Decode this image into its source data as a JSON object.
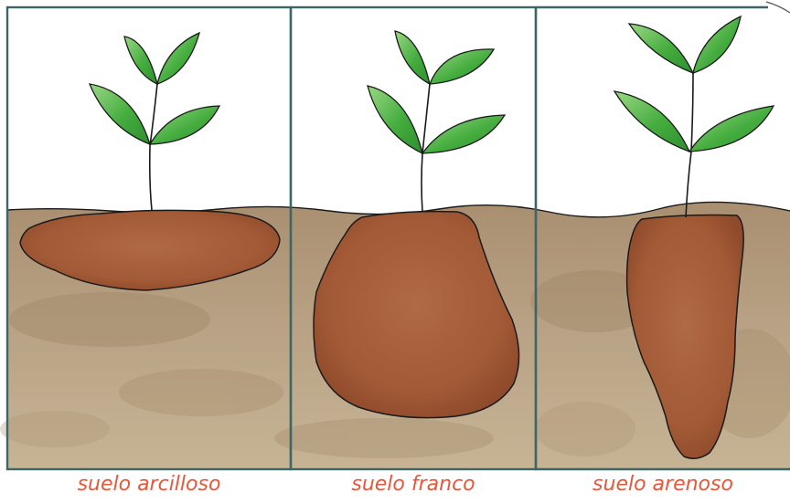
{
  "colors": {
    "caption": "#e8573a",
    "frame": "#3d6666",
    "sky": "#ffffff",
    "soil": "#b39c7e",
    "soil_dark": "#9c8566",
    "root_zone": "#a8603e",
    "root_zone_dark": "#8f4a2c",
    "leaf": "#3da63a",
    "leaf_light": "#8fd27a",
    "outline": "#1a1a1a"
  },
  "panels": [
    {
      "name": "clay-soil",
      "caption": "suelo arcilloso",
      "root_shape": "wide-shallow"
    },
    {
      "name": "loam-soil",
      "caption": "suelo franco",
      "root_shape": "broad-deep"
    },
    {
      "name": "sandy-soil",
      "caption": "suelo arenoso",
      "root_shape": "narrow-deep"
    }
  ]
}
